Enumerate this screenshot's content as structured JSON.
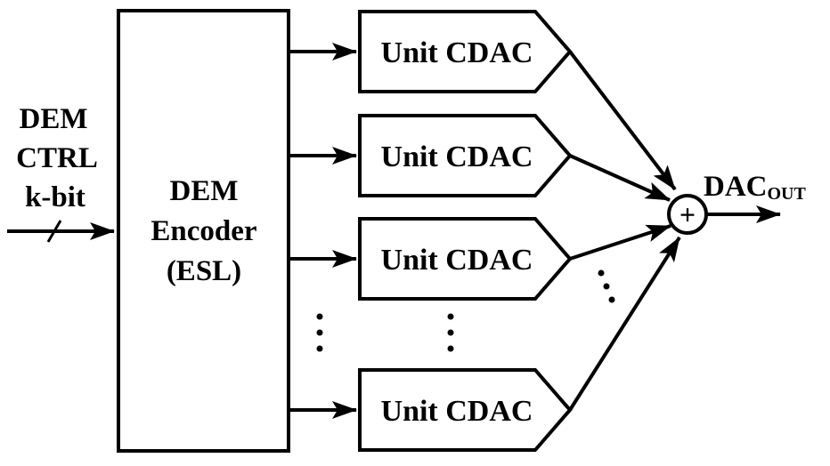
{
  "input": {
    "line1": "DEM",
    "line2": "CTRL",
    "line3": "k-bit"
  },
  "encoder": {
    "line1": "DEM",
    "line2": "Encoder",
    "line3": "(ESL)"
  },
  "units": [
    {
      "label": "Unit CDAC"
    },
    {
      "label": "Unit CDAC"
    },
    {
      "label": "Unit CDAC"
    },
    {
      "label": "Unit CDAC"
    }
  ],
  "summer": {
    "symbol": "+"
  },
  "output": {
    "main": "DAC",
    "subscript": "OUT"
  },
  "colors": {
    "stroke": "#000000",
    "background": "#ffffff"
  }
}
